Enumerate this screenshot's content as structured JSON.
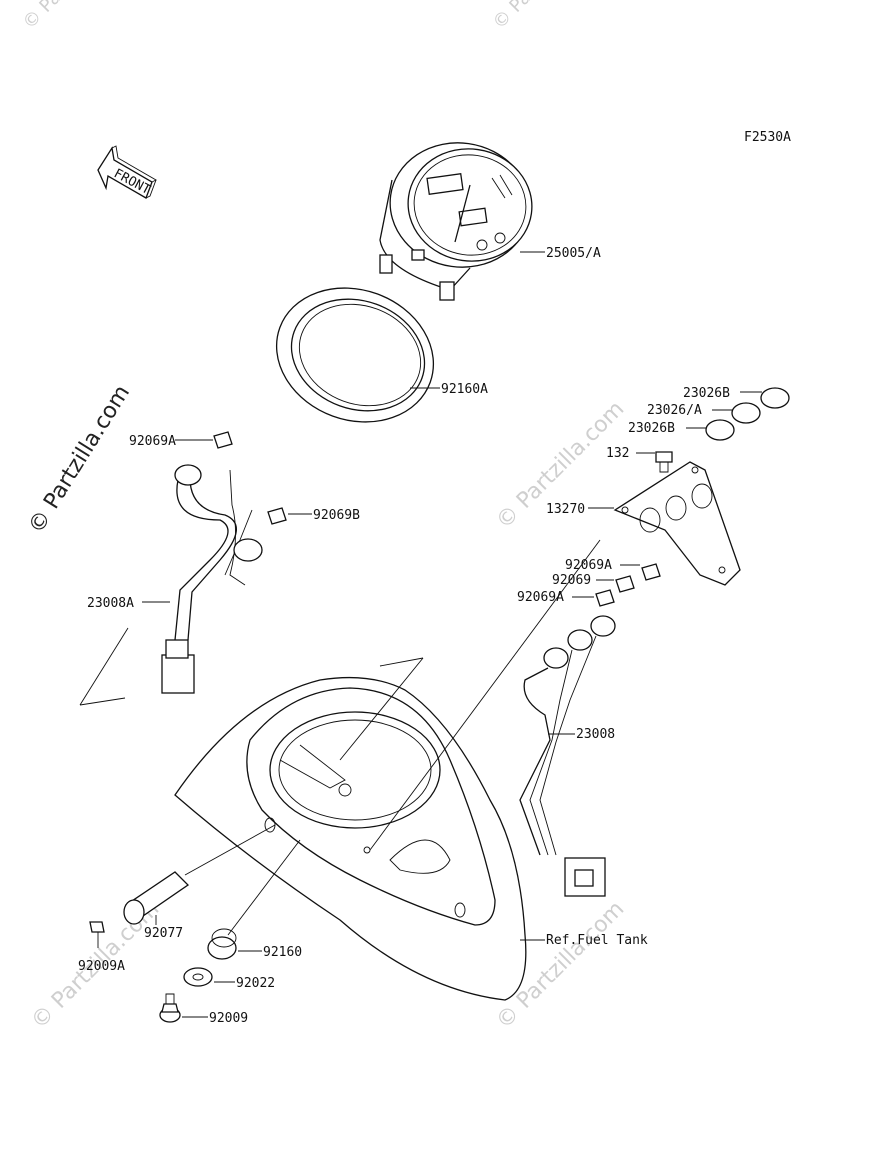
{
  "figure_code": "F2530A",
  "front_label": "FRONT",
  "watermark": {
    "main": "© Partzilla.com",
    "tile": "© Partzilla.com"
  },
  "parts": {
    "p25005A": "25005/A",
    "p92160A": "92160A",
    "p92069A_left": "92069A",
    "p92069B": "92069B",
    "p23008A": "23008A",
    "p23026B_top": "23026B",
    "p23026A": "23026/A",
    "p23026B": "23026B",
    "p132": "132",
    "p13270": "13270",
    "p92069A_r1": "92069A",
    "p92069": "92069",
    "p92069A_r2": "92069A",
    "p23008": "23008",
    "ref_fuel_tank": "Ref.Fuel Tank",
    "p92077": "92077",
    "p92009A": "92009A",
    "p92160": "92160",
    "p92022": "92022",
    "p92009": "92009"
  }
}
